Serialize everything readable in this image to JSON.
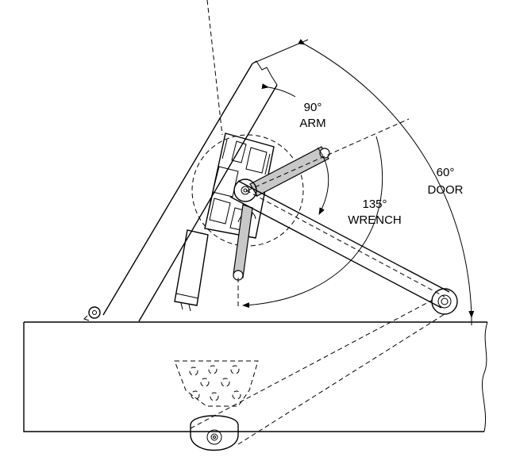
{
  "labels": {
    "arm_angle": "90°",
    "arm": "ARM",
    "wrench_angle": "135°",
    "wrench": "WRENCH",
    "door_angle": "60°",
    "door": "DOOR"
  },
  "colors": {
    "line": "#000000",
    "arm_fill": "#c8c8c8",
    "background": "#ffffff"
  }
}
